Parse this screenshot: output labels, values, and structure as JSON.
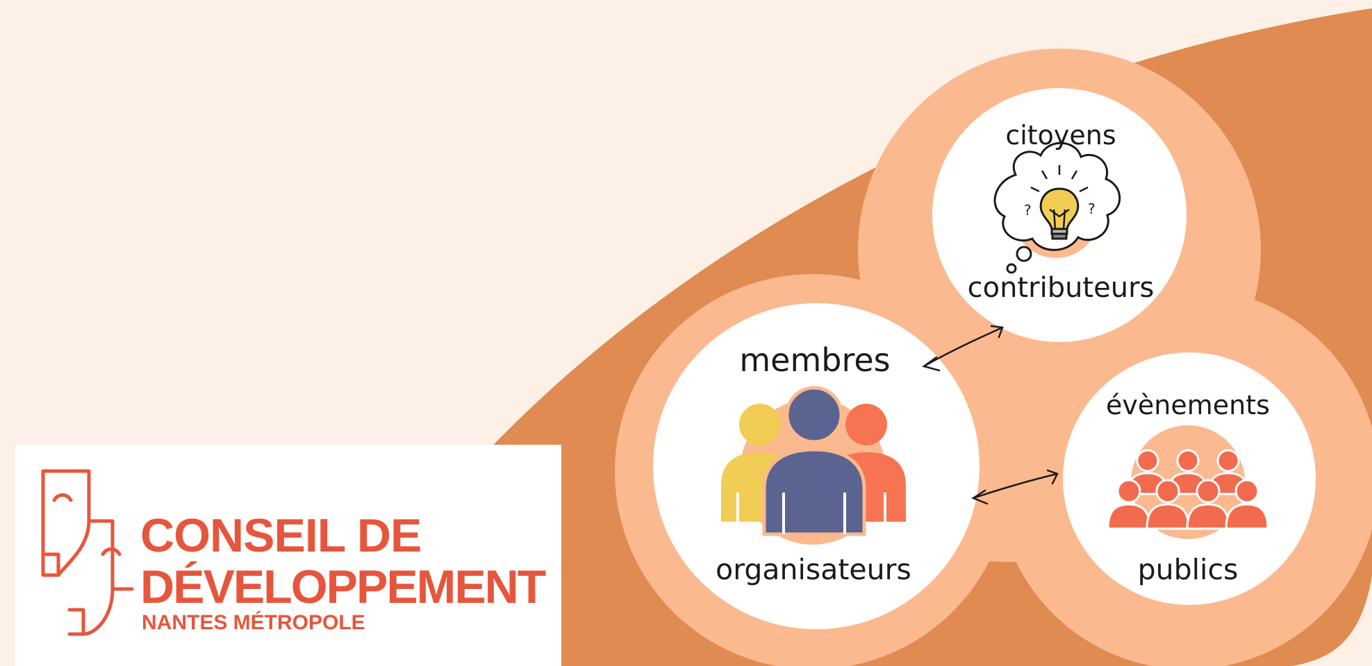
{
  "colors": {
    "background": "#fdf1e7",
    "blob": "#e08b52",
    "halo": "#fbb98f",
    "circle": "#ffffff",
    "accent": "#e6563c",
    "person_yellow": "#f2cd55",
    "person_blue": "#5b6391",
    "person_orange": "#f77452",
    "audience": "#f36b4e"
  },
  "nodes": {
    "members": {
      "top": "membres",
      "bottom": "organisateurs",
      "icon": "group-people-icon"
    },
    "citizens": {
      "top": "citoyens",
      "bottom": "contributeurs",
      "icon": "lightbulb-thought-icon"
    },
    "events": {
      "top": "évènements",
      "bottom": "publics",
      "icon": "audience-icon"
    }
  },
  "logo": {
    "line1": "CONSEIL DE",
    "line2": "DÉVELOPPEMENT",
    "line3": "NANTES MÉTROPOLE",
    "icon": "theatre-masks-icon"
  }
}
